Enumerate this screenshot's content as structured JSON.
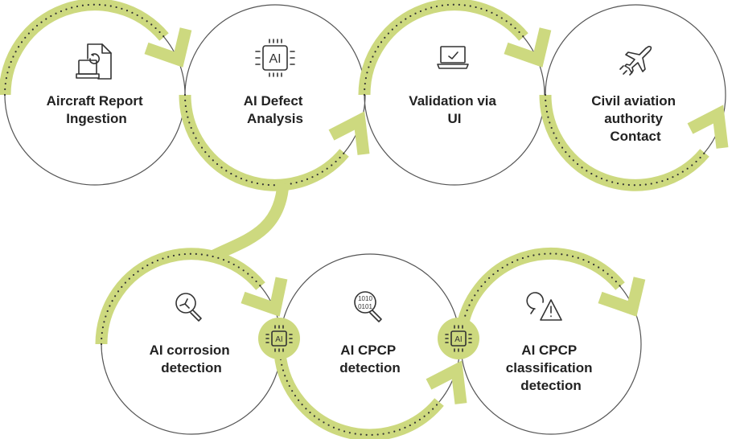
{
  "colors": {
    "accent": "#cdd97f",
    "outline": "#555555",
    "text": "#222222"
  },
  "steps": [
    {
      "lines": [
        "Aircraft Report",
        "Ingestion"
      ],
      "icon": "document-sync-laptop-icon"
    },
    {
      "lines": [
        "AI Defect",
        "Analysis"
      ],
      "icon": "ai-chip-icon"
    },
    {
      "lines": [
        "Validation via",
        "UI"
      ],
      "icon": "laptop-check-icon"
    },
    {
      "lines": [
        "Civil aviation",
        "authority",
        "Contact"
      ],
      "icon": "airplane-icon"
    },
    {
      "lines": [
        "AI corrosion",
        "detection"
      ],
      "icon": "magnifier-crack-icon"
    },
    {
      "lines": [
        "AI CPCP",
        "detection"
      ],
      "icon": "magnifier-binary-icon"
    },
    {
      "lines": [
        "AI CPCP",
        "classification",
        "detection"
      ],
      "icon": "warning-magnifier-icon"
    }
  ],
  "chip_label": "AI",
  "binary": [
    "1010",
    "0101"
  ]
}
